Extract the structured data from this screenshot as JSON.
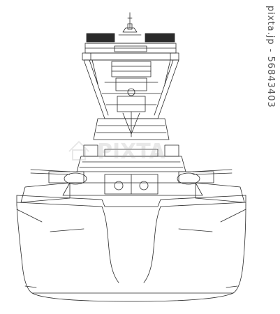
{
  "credit": {
    "stock_id": "pixta.jp - 56843403"
  },
  "watermark": {
    "icon": "pixta-house-logo",
    "text": "PIXTA"
  },
  "colors": {
    "line": "#2a2a2a",
    "background": "#ffffff",
    "credit": "#555555",
    "watermark": "#9a9a9a"
  }
}
